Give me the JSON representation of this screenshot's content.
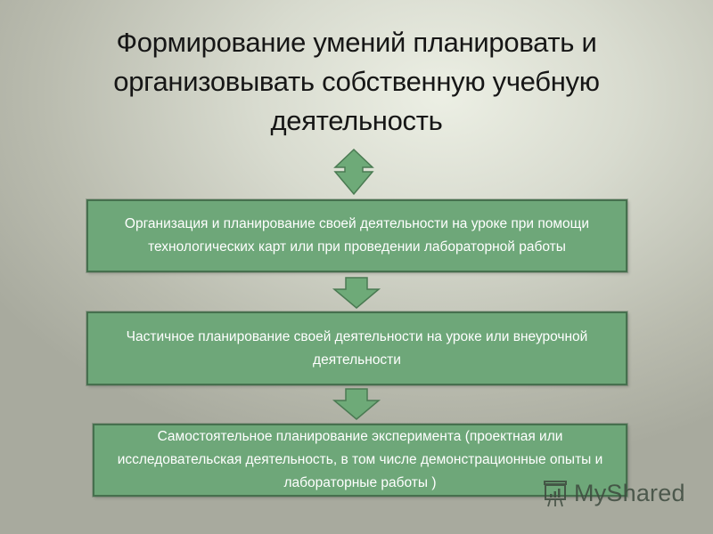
{
  "slide": {
    "title": "Формирование умений планировать и организовывать собственную учебную деятельность",
    "colors": {
      "box_fill": "#6ea779",
      "box_border": "#46704e",
      "arrow_fill": "#6eaa78",
      "arrow_stroke": "#4a7a52",
      "title_text": "#161616",
      "box_text": "#ffffff"
    },
    "arrows": [
      {
        "type": "double-up-down",
        "icon": "up-down-arrow-icon"
      },
      {
        "type": "down",
        "icon": "down-arrow-icon"
      },
      {
        "type": "down",
        "icon": "down-arrow-icon"
      }
    ],
    "steps": [
      {
        "text": "Организация и планирование своей деятельности на уроке при помощи технологических карт или при проведении лабораторной работы"
      },
      {
        "text": "Частичное планирование своей деятельности на уроке или внеурочной деятельности"
      },
      {
        "text": "Самостоятельное планирование эксперимента (проектная или исследовательская деятельность, в том числе демонстрационные опыты и лабораторные работы )"
      }
    ]
  },
  "watermark": {
    "label": "MyShared",
    "icon": "presentation-board-icon"
  }
}
